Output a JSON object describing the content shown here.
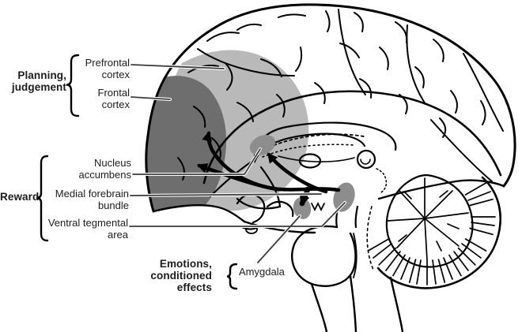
{
  "figure": {
    "labels": {
      "planning_judgement": "Planning,\njudgement",
      "prefrontal_cortex": "Prefrontal\ncortex",
      "frontal_cortex": "Frontal\ncortex",
      "reward": "Reward",
      "nucleus_accumbens": "Nucleus\naccumbens",
      "medial_forebrain_bundle": "Medial forebrain\nbundle",
      "ventral_tegmental_area": "Ventral tegmental\narea",
      "emotions_conditioned_effects": "Emotions,\nconditioned effects",
      "amygdala": "Amygdala"
    },
    "regions": [
      {
        "name": "Prefrontal cortex",
        "shade": "#b9b9b9"
      },
      {
        "name": "Frontal cortex",
        "shade": "#6e6e6e"
      },
      {
        "name": "Nucleus accumbens",
        "shade": "#8d8d8d"
      },
      {
        "name": "Ventral tegmental area",
        "shade": "#8d8d8d"
      },
      {
        "name": "Amygdala",
        "shade": "#8d8d8d"
      }
    ]
  },
  "colors": {
    "background": "#ffffff",
    "line": "#000000",
    "prefrontal_shade": "#b9b9b9",
    "frontal_shade": "#6e6e6e",
    "nucleus_shade": "#8d8d8d",
    "text": "#1c1c1c",
    "leader": "#3c3c3c"
  }
}
